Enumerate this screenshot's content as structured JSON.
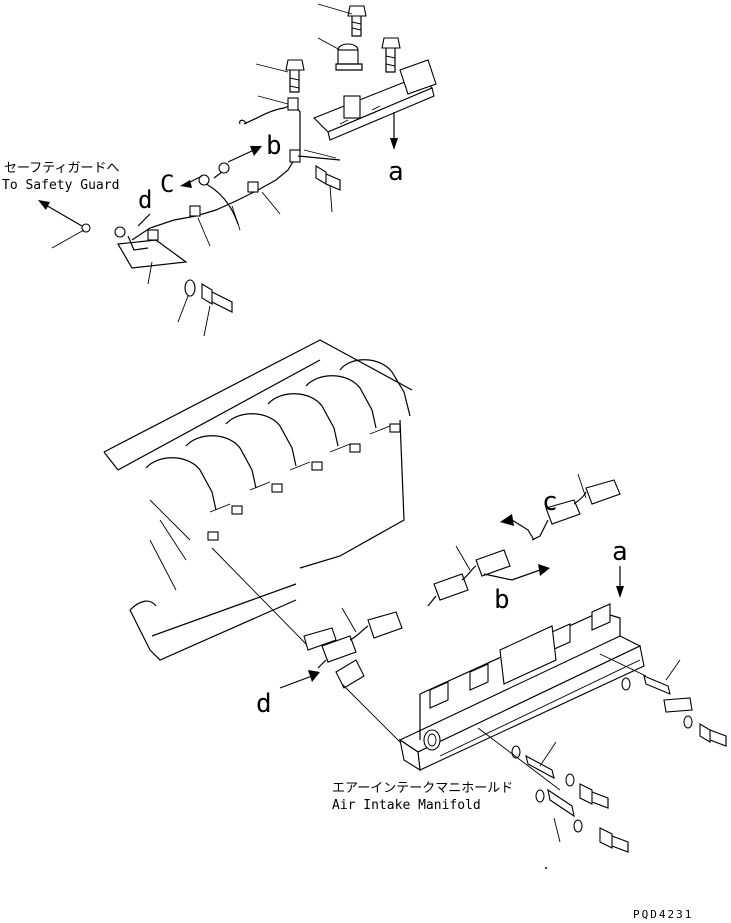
{
  "labels": {
    "safety_guard_jp": "セーフティガードへ",
    "safety_guard_en": "To Safety Guard",
    "manifold_jp": "エアーインテークマニホールド",
    "manifold_en": "Air Intake Manifold",
    "drawing_code": "PQD4231"
  },
  "callouts": {
    "a_top": "a",
    "b_top": "b",
    "c_top": "C",
    "d_top": "d",
    "a_lower": "a",
    "b_lower": "b",
    "c_lower": "c",
    "d_lower": "d"
  }
}
